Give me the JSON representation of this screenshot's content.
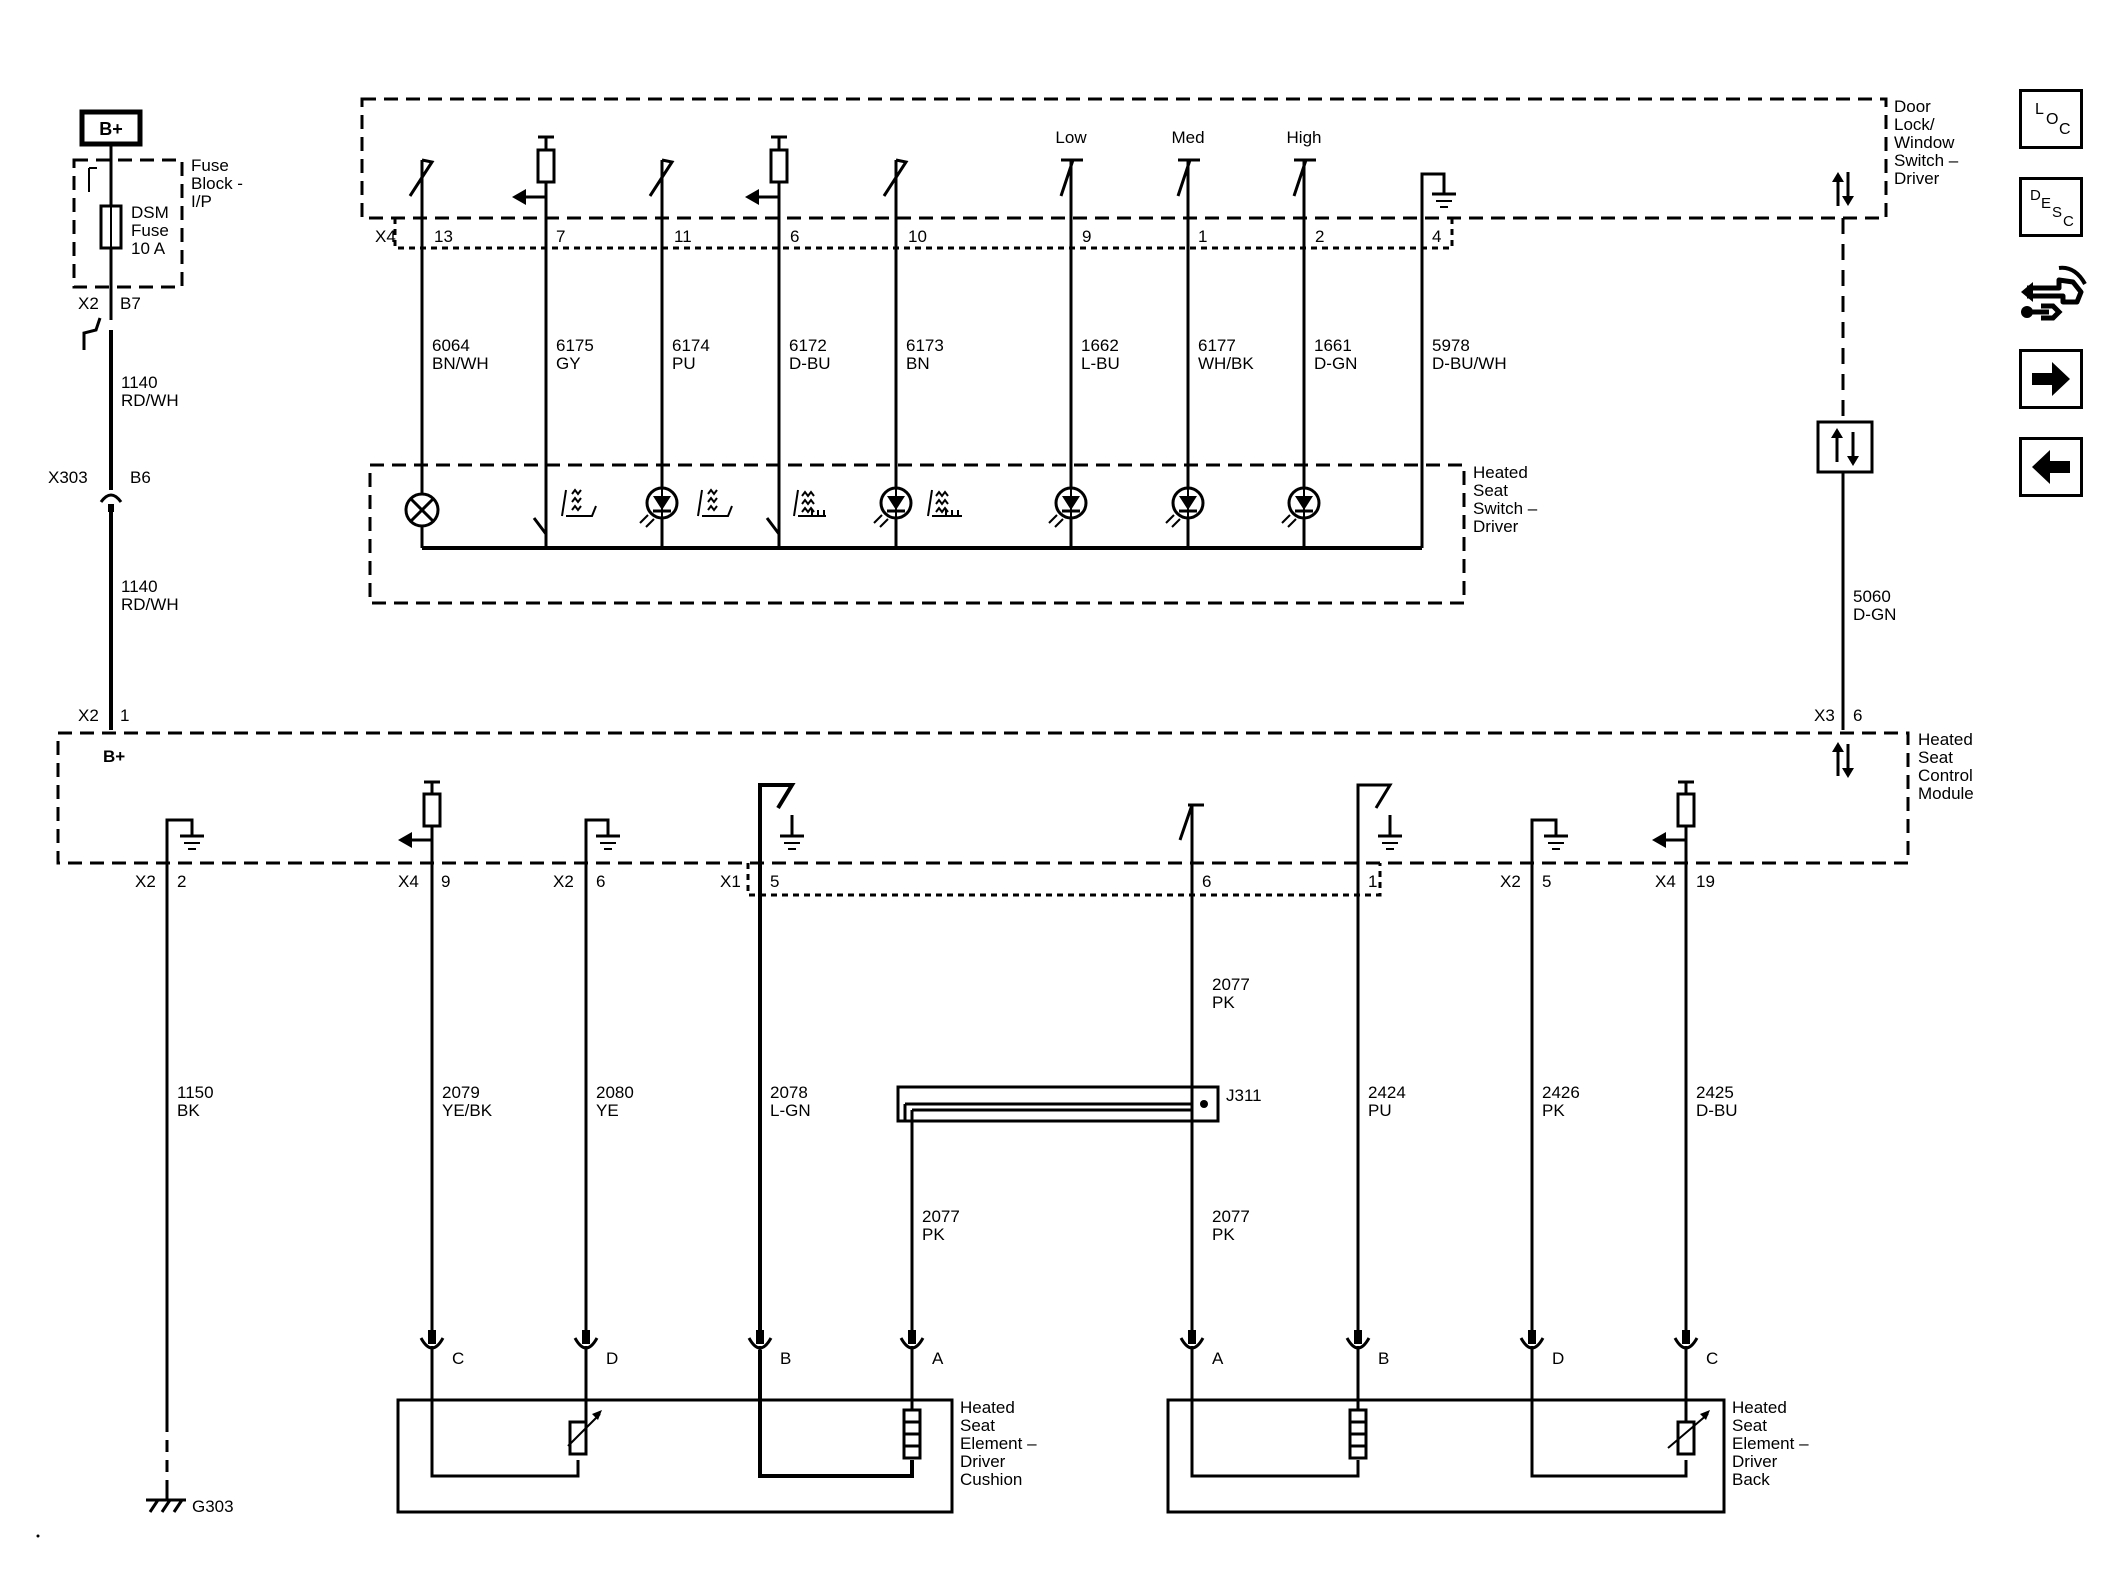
{
  "supply": {
    "label": "B+"
  },
  "fuse_block": {
    "name_lines": [
      "Fuse",
      "Block -",
      "I/P"
    ],
    "fuse_lines": [
      "DSM",
      "Fuse",
      "10 A"
    ]
  },
  "connectors": {
    "x2_b7": {
      "conn": "X2",
      "pin": "B7"
    },
    "x303_b6": {
      "conn": "X303",
      "pin": "B6"
    },
    "x2_1": {
      "conn": "X2",
      "pin": "1"
    },
    "x3_6": {
      "conn": "X3",
      "pin": "6"
    },
    "x4": "X4"
  },
  "supply_wires": [
    {
      "circuit": "1140",
      "color": "RD/WH"
    },
    {
      "circuit": "1140",
      "color": "RD/WH"
    }
  ],
  "door_switch": {
    "name_lines": [
      "Door",
      "Lock/",
      "Window",
      "Switch –",
      "Driver"
    ],
    "speed_labels": {
      "low": "Low",
      "med": "Med",
      "high": "High"
    },
    "pins": [
      "13",
      "7",
      "11",
      "6",
      "10",
      "9",
      "1",
      "2",
      "4"
    ]
  },
  "switch_wires": [
    {
      "circuit": "6064",
      "color": "BN/WH"
    },
    {
      "circuit": "6175",
      "color": "GY"
    },
    {
      "circuit": "6174",
      "color": "PU"
    },
    {
      "circuit": "6172",
      "color": "D-BU"
    },
    {
      "circuit": "6173",
      "color": "BN"
    },
    {
      "circuit": "1662",
      "color": "L-BU"
    },
    {
      "circuit": "6177",
      "color": "WH/BK"
    },
    {
      "circuit": "1661",
      "color": "D-GN"
    },
    {
      "circuit": "5978",
      "color": "D-BU/WH"
    }
  ],
  "heated_switch": {
    "name_lines": [
      "Heated",
      "Seat",
      "Switch –",
      "Driver"
    ]
  },
  "serial_wire": {
    "circuit": "5060",
    "color": "D-GN"
  },
  "module": {
    "name_lines": [
      "Heated",
      "Seat",
      "Control",
      "Module"
    ],
    "bplus": "B+",
    "pins": [
      {
        "conn": "X2",
        "pin": "2"
      },
      {
        "conn": "X4",
        "pin": "9"
      },
      {
        "conn": "X2",
        "pin": "6"
      },
      {
        "conn": "X1",
        "pin": "5"
      },
      {
        "conn": "",
        "pin": "6"
      },
      {
        "conn": "",
        "pin": "1"
      },
      {
        "conn": "X2",
        "pin": "5"
      },
      {
        "conn": "X4",
        "pin": "19"
      }
    ]
  },
  "module_wires": [
    {
      "circuit": "1150",
      "color": "BK"
    },
    {
      "circuit": "2079",
      "color": "YE/BK"
    },
    {
      "circuit": "2080",
      "color": "YE"
    },
    {
      "circuit": "2078",
      "color": "L-GN"
    },
    {
      "circuit": "2077",
      "color": "PK"
    },
    {
      "circuit": "2424",
      "color": "PU"
    },
    {
      "circuit": "2426",
      "color": "PK"
    },
    {
      "circuit": "2425",
      "color": "D-BU"
    }
  ],
  "splice": {
    "label": "J311",
    "left_wire": {
      "circuit": "2077",
      "color": "PK"
    },
    "right_wire": {
      "circuit": "2077",
      "color": "PK"
    }
  },
  "cushion": {
    "name_lines": [
      "Heated",
      "Seat",
      "Element –",
      "Driver",
      "Cushion"
    ],
    "pins": [
      "C",
      "D",
      "B",
      "A"
    ]
  },
  "back": {
    "name_lines": [
      "Heated",
      "Seat",
      "Element –",
      "Driver",
      "Back"
    ],
    "pins": [
      "A",
      "B",
      "D",
      "C"
    ]
  },
  "ground": {
    "label": "G303"
  },
  "nav": {
    "loc": {
      "l": "L",
      "o": "O",
      "c": "C"
    },
    "desc": {
      "d": "D",
      "e": "E",
      "s": "S",
      "c": "C"
    }
  }
}
